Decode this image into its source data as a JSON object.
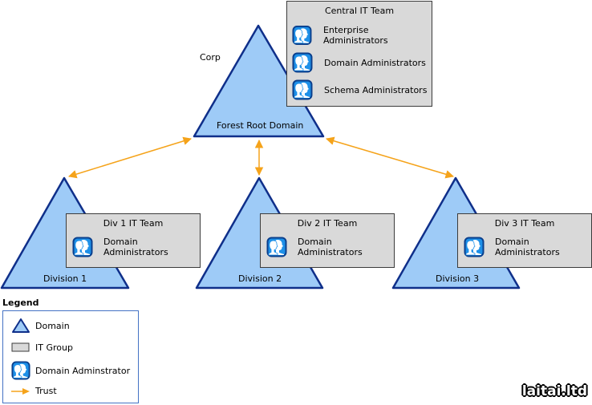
{
  "colors": {
    "domain_fill": "#9ecbf7",
    "domain_stroke": "#0f2f8a",
    "group_fill": "#d9d9d9",
    "group_stroke": "#3c3c3c",
    "trust_arrow": "#f5a31a",
    "legend_border": "#4472c4"
  },
  "forest": {
    "corp_label": "Corp",
    "root_domain_label": "Forest Root Domain",
    "central_team": {
      "title": "Central IT Team",
      "groups": [
        {
          "icon": "domain-admin-icon",
          "label": "Enterprise Administrators"
        },
        {
          "icon": "domain-admin-icon",
          "label": "Domain Administrators"
        },
        {
          "icon": "domain-admin-icon",
          "label": "Schema Administrators"
        }
      ]
    }
  },
  "divisions": [
    {
      "domain_label": "Division 1",
      "team_title": "Div 1 IT Team",
      "group_line1": "Domain",
      "group_line2": "Administrators"
    },
    {
      "domain_label": "Division 2",
      "team_title": "Div 2 IT Team",
      "group_line1": "Domain",
      "group_line2": "Administrators"
    },
    {
      "domain_label": "Division 3",
      "team_title": "Div 3 IT Team",
      "group_line1": "Domain",
      "group_line2": "Administrators"
    }
  ],
  "trusts": [
    {
      "from": "Forest Root Domain",
      "to": "Division 1",
      "direction": "two-way"
    },
    {
      "from": "Forest Root Domain",
      "to": "Division 2",
      "direction": "two-way"
    },
    {
      "from": "Forest Root Domain",
      "to": "Division 3",
      "direction": "two-way"
    }
  ],
  "legend": {
    "title": "Legend",
    "items": [
      {
        "symbol": "domain-triangle-icon",
        "label": "Domain"
      },
      {
        "symbol": "it-group-rect-icon",
        "label": "IT Group"
      },
      {
        "symbol": "domain-admin-icon",
        "label": "Domain Adminstrator"
      },
      {
        "symbol": "trust-arrow-icon",
        "label": "Trust"
      }
    ]
  },
  "watermark": "laitai.ltd"
}
